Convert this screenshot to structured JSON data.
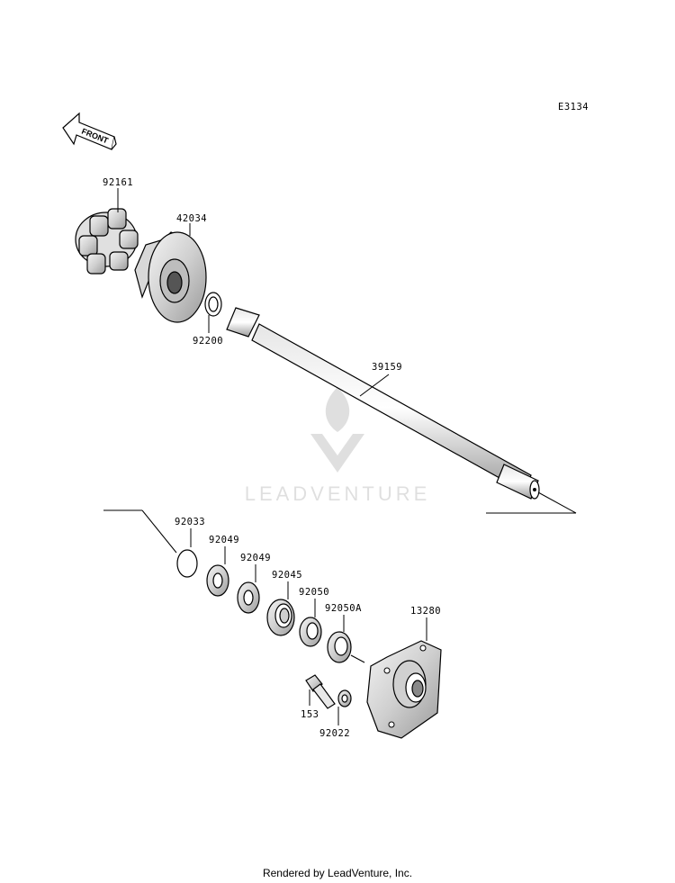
{
  "diagram": {
    "code": "E3134",
    "front_label": "FRONT",
    "watermark": "LEADVENTURE",
    "footer": "Rendered by LeadVenture, Inc.",
    "parts": {
      "p92161": "92161",
      "p42034": "42034",
      "p92200": "92200",
      "p39159": "39159",
      "p92033": "92033",
      "p92049a": "92049",
      "p92049b": "92049",
      "p92045": "92045",
      "p92050": "92050",
      "p92050A": "92050A",
      "p13280": "13280",
      "p153": "153",
      "p92022": "92022"
    }
  }
}
